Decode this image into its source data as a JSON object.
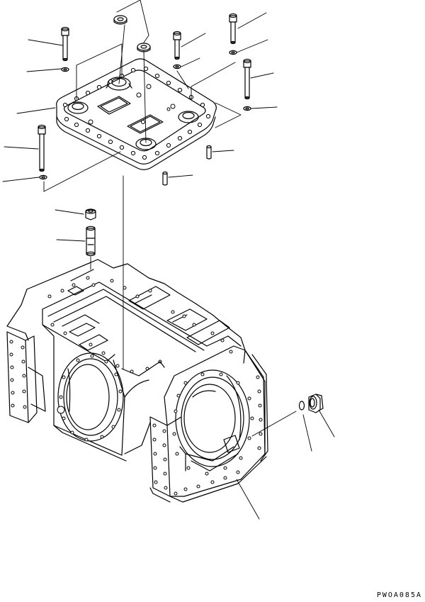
{
  "drawing_code": "PWOA085A",
  "callout_count": 22,
  "parts": [
    {
      "name": "cover-plate",
      "icon": "plate-icon"
    },
    {
      "name": "mounting-bolt",
      "icon": "bolt-icon"
    },
    {
      "name": "washer",
      "icon": "washer-icon"
    },
    {
      "name": "dowel-pin",
      "icon": "pin-icon"
    },
    {
      "name": "stud",
      "icon": "stud-icon"
    },
    {
      "name": "nut",
      "icon": "nut-icon"
    },
    {
      "name": "seal-ring",
      "icon": "seal-icon"
    },
    {
      "name": "transmission-case",
      "icon": "housing-icon"
    },
    {
      "name": "o-ring",
      "icon": "o-ring-icon"
    },
    {
      "name": "drain-plug",
      "icon": "plug-icon"
    }
  ],
  "colors": {
    "line": "#000000",
    "background": "#ffffff"
  }
}
